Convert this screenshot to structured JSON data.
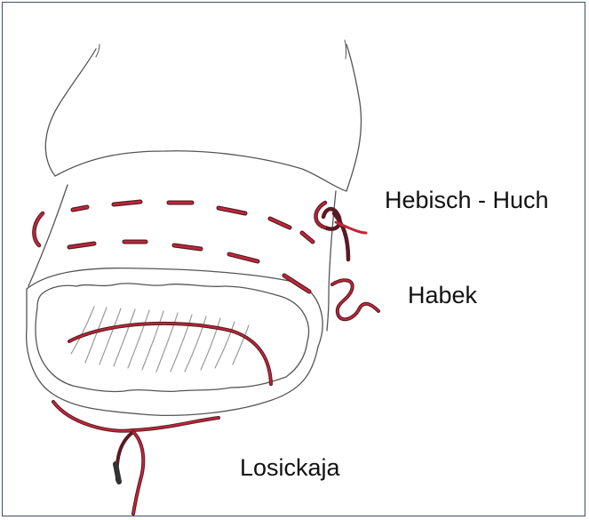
{
  "labels": {
    "hebisch_huch": "Hebisch - Huch",
    "habek": "Habek",
    "losickaja": "Losickaja"
  },
  "colors": {
    "frame": "#3f4f6b",
    "outline": "#555555",
    "suture_red": "#c0283a",
    "suture_dark": "#5a1a22",
    "hatch": "#9a9a9a"
  }
}
